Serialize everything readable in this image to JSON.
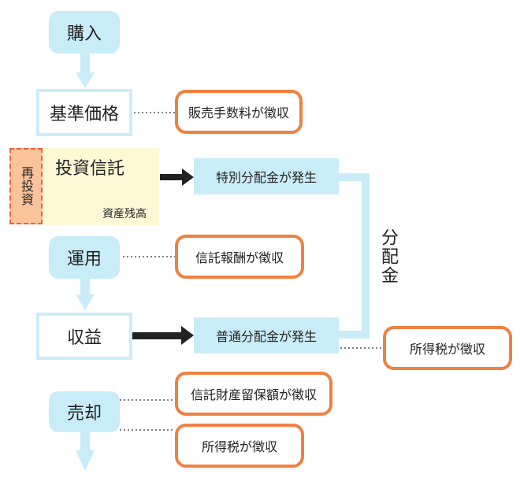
{
  "nodes": {
    "purchase": "購入",
    "base_price": "基準価格",
    "investment_trust": "投資信託",
    "asset_balance": "資産残高",
    "reinvest": "再投資",
    "operation": "運用",
    "profit": "収益",
    "sale": "売却"
  },
  "events": {
    "special_dividend": "特別分配金が発生",
    "ordinary_dividend": "普通分配金が発生"
  },
  "fees": {
    "sales_fee": "販売手数料が徴収",
    "trust_fee": "信託報酬が徴収",
    "income_tax_dividend": "所得税が徴収",
    "retention_fee": "信託財産留保額が徴収",
    "income_tax_sale": "所得税が徴収"
  },
  "labels": {
    "distribution": "分配金"
  },
  "colors": {
    "light_blue": "#c9ecf9",
    "orange": "#f08040",
    "reinvest_fill": "#fbc39a",
    "reinvest_border": "#e8603c",
    "cream": "#fdf9d6",
    "arrow": "#222222"
  }
}
